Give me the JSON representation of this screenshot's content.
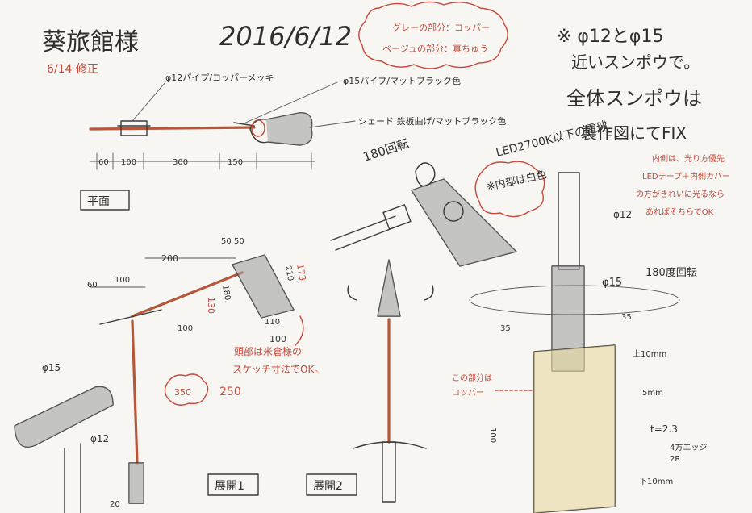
{
  "header": {
    "client": "葵旅館様",
    "date": "2016/6/12",
    "revision": "6/14 修正"
  },
  "color_cloud": {
    "line1": "グレーの部分：コッパー",
    "line2": "ベージュの部分：真ちゅう"
  },
  "spec_note": {
    "line1": "※ φ12とφ15",
    "line2": "近いスンポウで。",
    "line3": "全体スンポウは",
    "line4": "製作図にてFIX"
  },
  "plan_labels": {
    "pipe12": "φ12パイプ/コッパーメッキ",
    "pipe15": "φ15パイプ/マットブラック色",
    "shade": "シェード 鉄板曲げ/マットブラック色",
    "view": "平面",
    "dims": [
      "60",
      "100",
      "300",
      "150"
    ]
  },
  "head_detail": {
    "rotate": "180回転",
    "led": "LED2700K以下の電球",
    "inner": "※内部は白色",
    "note_line1": "内側は、光り方優先",
    "note_line2": "LEDテープ＋内側カバー",
    "note_line3": "の方がきれいに光るなら",
    "note_line4": "あればそちらでOK"
  },
  "elevation": {
    "dims": [
      "200",
      "60",
      "100",
      "50",
      "50",
      "173",
      "210",
      "180",
      "130",
      "110",
      "100",
      "100",
      "350",
      "250",
      "20"
    ],
    "note_line1": "頭部は米倉様の",
    "note_line2": "スケッチ寸法でOK。",
    "cloud_value": "350",
    "label_d15": "φ15",
    "label_d12": "φ12"
  },
  "joint": {
    "d12": "φ12",
    "d15": "φ15",
    "rotate": "180度回転",
    "dim35a": "35",
    "dim35b": "35",
    "top": "上10mm",
    "mid": "5mm",
    "thickness": "t=2.3",
    "edge": "4方エッジ",
    "r": "2R",
    "bottom": "下10mm",
    "brass": "この部分は",
    "brass2": "コッパー",
    "height": "100"
  },
  "view_labels": {
    "elev1": "展開1",
    "elev2": "展開2"
  }
}
